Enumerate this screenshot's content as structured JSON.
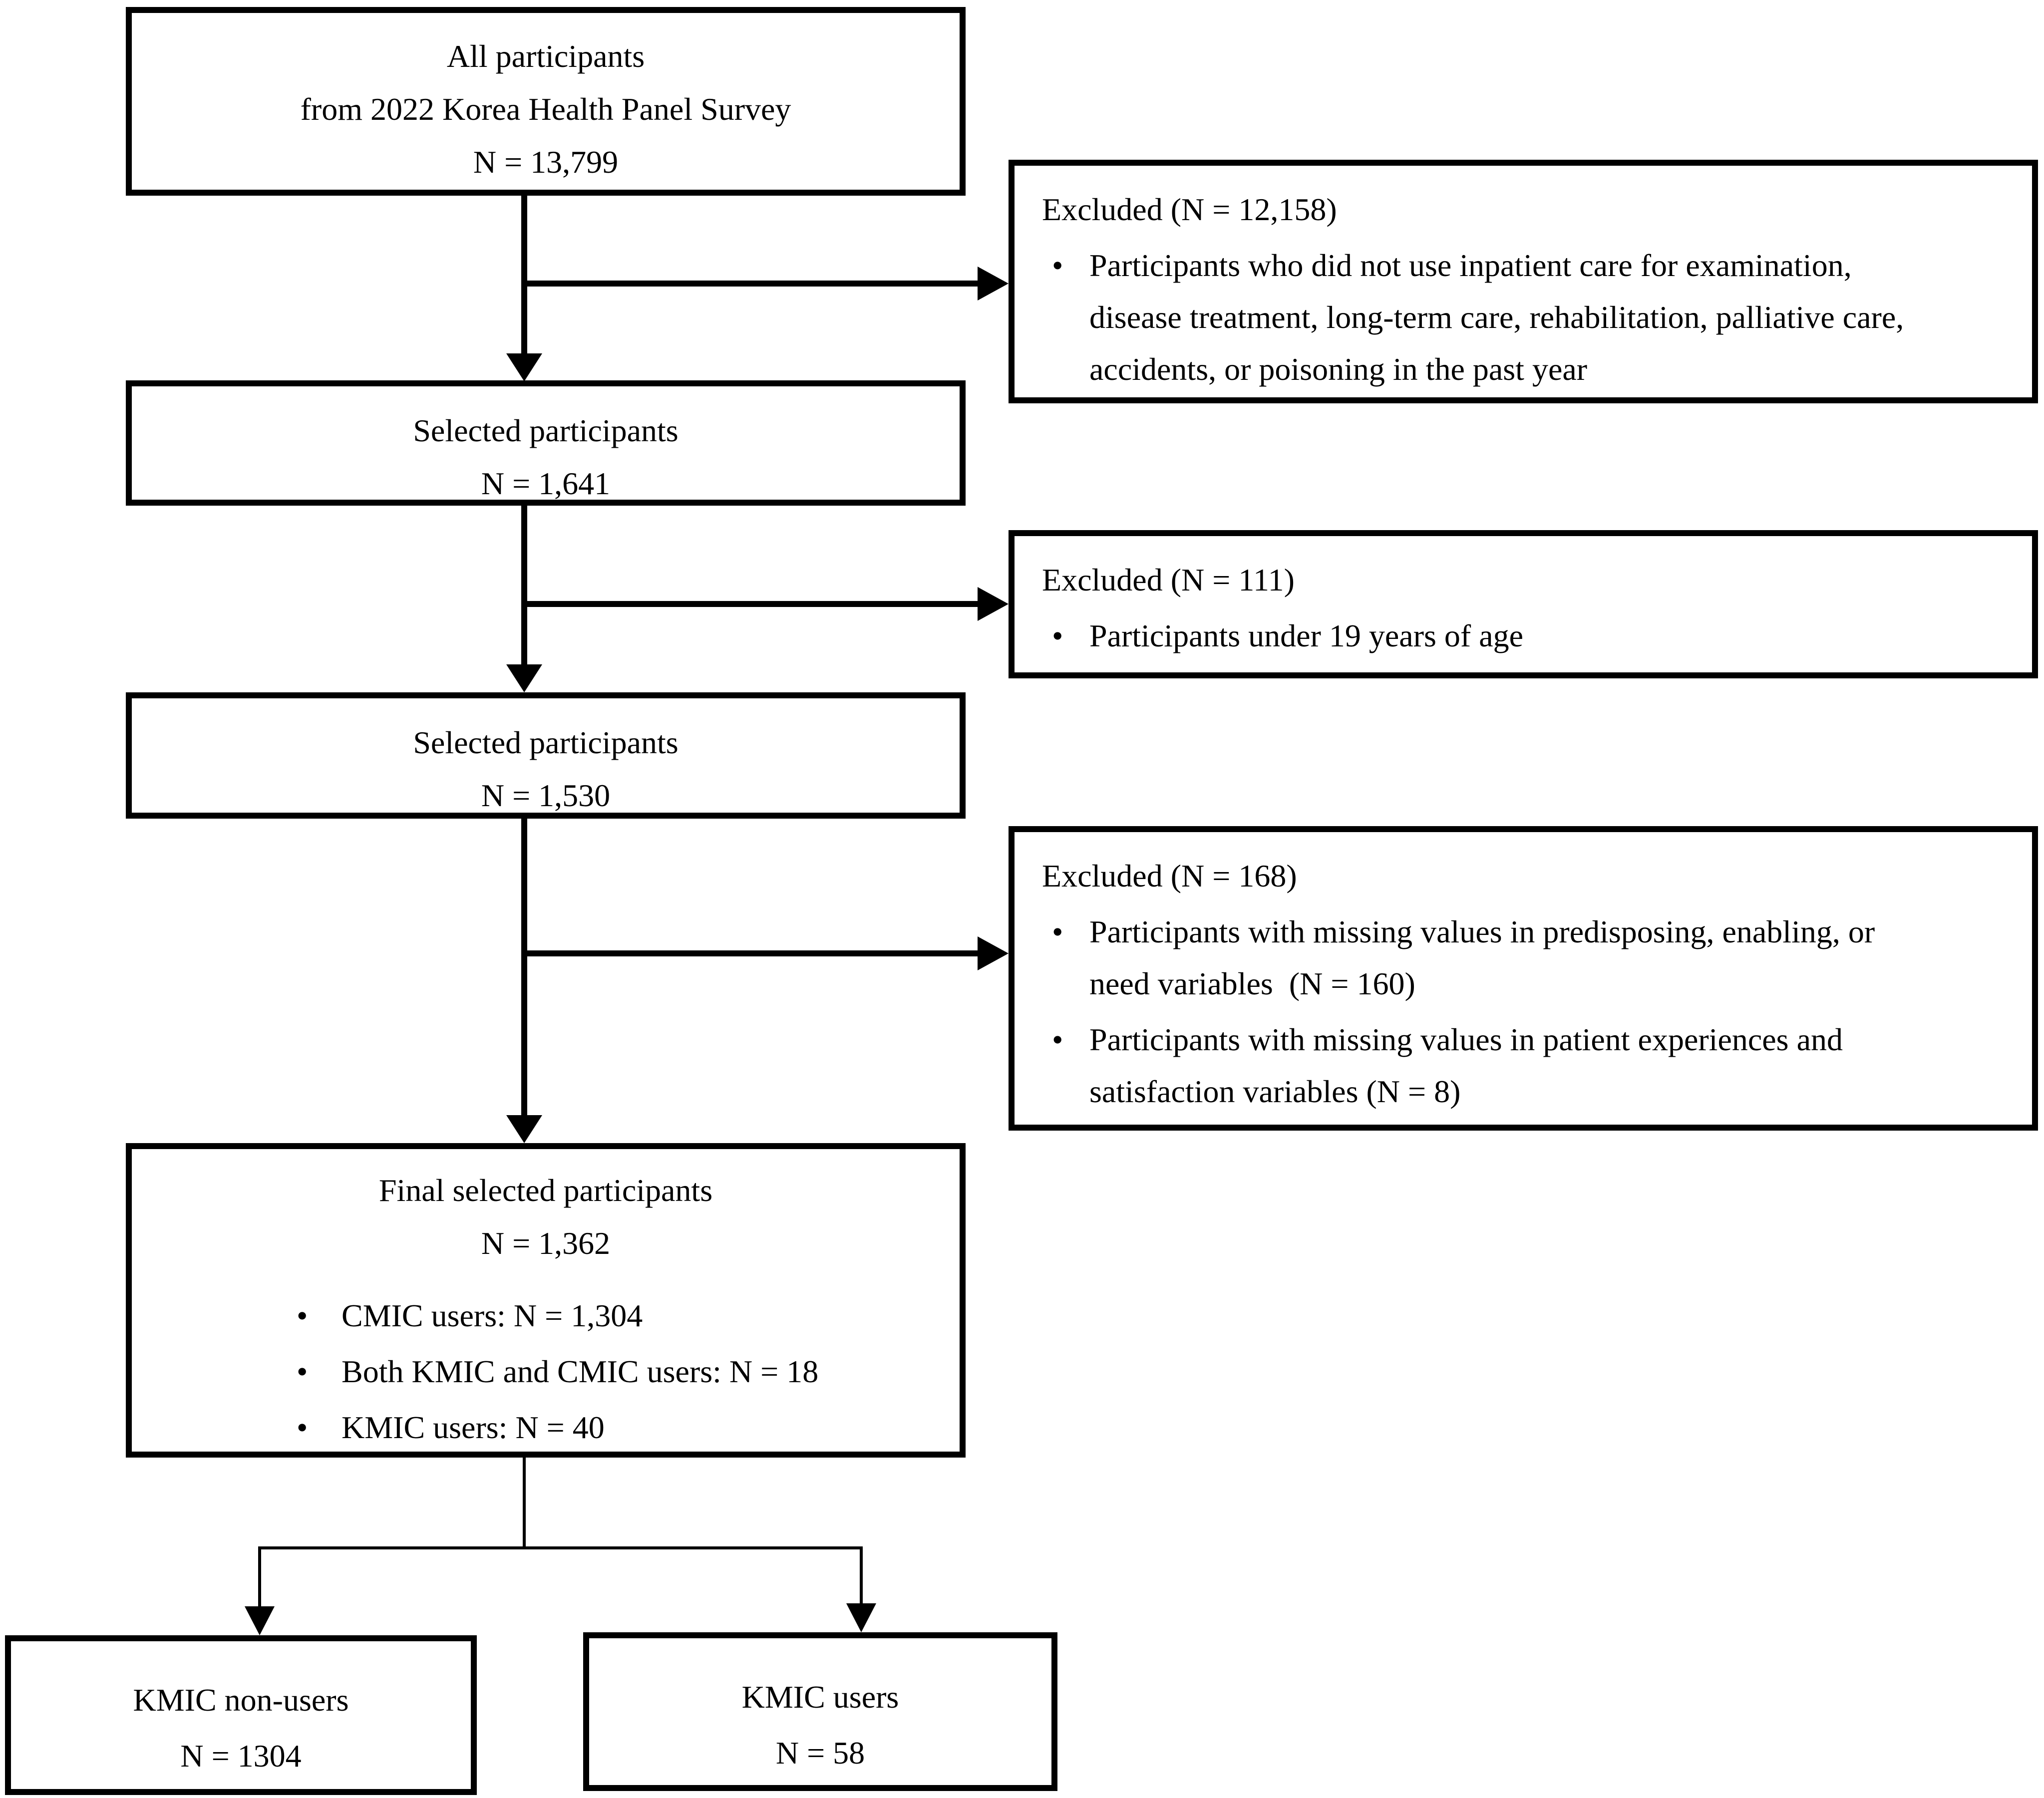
{
  "flowchart": {
    "bullet_char": "•",
    "all_participants": {
      "lines": [
        "All participants",
        "from 2022 Korea Health Panel Survey",
        "N = 13,799"
      ]
    },
    "excluded_1": {
      "title": "Excluded (N = 12,158)",
      "bullets": [
        [
          "Participants who did not use inpatient care for examination,",
          "disease treatment, long-term care, rehabilitation, palliative care,",
          "accidents, or poisoning in the past year"
        ]
      ]
    },
    "selected_1": {
      "lines": [
        "Selected participants",
        "N = 1,641"
      ]
    },
    "excluded_2": {
      "title": "Excluded (N = 111)",
      "bullets": [
        [
          "Participants under 19 years of age"
        ]
      ]
    },
    "selected_2": {
      "lines": [
        "Selected participants",
        "N = 1,530"
      ]
    },
    "excluded_3": {
      "title": "Excluded (N = 168)",
      "bullets": [
        [
          "Participants with missing values in predisposing, enabling, or",
          "need variables  (N = 160)"
        ],
        [
          "Participants with missing values in patient experiences and",
          "satisfaction variables (N = 8)"
        ]
      ]
    },
    "final_selected": {
      "lines": [
        "Final selected participants",
        "N = 1,362"
      ],
      "bullets": [
        "CMIC users: N = 1,304",
        "Both KMIC and CMIC users: N = 18",
        "KMIC users: N = 40"
      ]
    },
    "kmic_non_users": {
      "lines": [
        "KMIC non-users",
        "N = 1304"
      ]
    },
    "kmic_users": {
      "lines": [
        "KMIC users",
        "N = 58"
      ]
    }
  }
}
